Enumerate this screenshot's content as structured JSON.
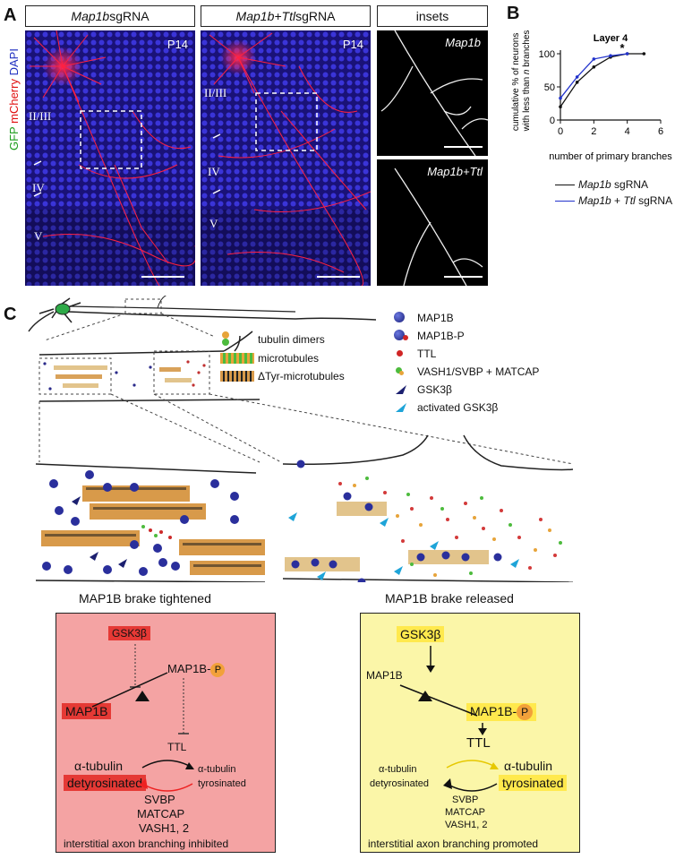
{
  "panelA": {
    "letter": "A",
    "headers": {
      "h1_gene": "Map1b",
      "h1_rest": " sgRNA",
      "h2_gene": "Map1b+Ttl",
      "h2_rest": " sgRNA",
      "h3": "insets"
    },
    "side_label": {
      "gfp": "GFP",
      "mcherry": "mCherry",
      "dapi": "DAPI"
    },
    "age": "P14",
    "layers": {
      "l23": "II/III",
      "l4": "IV",
      "l5": "V"
    },
    "insets": {
      "top": "Map1b",
      "bottom": "Map1b+Ttl"
    }
  },
  "panelB": {
    "letter": "B",
    "star": "*",
    "legend": [
      {
        "gene": "Map1b",
        "rest": " sgRNA",
        "color": "#111111"
      },
      {
        "gene": "Map1b",
        "mid": " + ",
        "gene2": "Ttl",
        "rest": " sgRNA",
        "color": "#2233cc"
      }
    ],
    "ylabel_lines": [
      "cumulative % of neurons",
      "with less than n branches"
    ]
  },
  "chart_data": {
    "type": "line",
    "title": "Layer 4",
    "xlabel": "number of primary branches",
    "ylabel": "cumulative % of neurons with less than n branches",
    "xlim": [
      0,
      6
    ],
    "ylim": [
      0,
      100
    ],
    "xticks": [
      "0",
      "2",
      "4",
      "6"
    ],
    "yticks": [
      "0",
      "50",
      "100"
    ],
    "series": [
      {
        "name": "Map1b sgRNA",
        "color": "#111111",
        "x": [
          0,
          1,
          2,
          3,
          4,
          5
        ],
        "y": [
          20,
          57,
          80,
          95,
          100,
          100
        ]
      },
      {
        "name": "Map1b + Ttl sgRNA",
        "color": "#2233cc",
        "x": [
          0,
          1,
          2,
          3,
          4
        ],
        "y": [
          33,
          65,
          92,
          97,
          100
        ]
      }
    ]
  },
  "panelC": {
    "letter": "C",
    "legend": [
      {
        "icon": "tubulin",
        "label": "tubulin dimers"
      },
      {
        "icon": "mt",
        "label": "microtubules"
      },
      {
        "icon": "dtyr",
        "label": "ΔTyr-microtubules"
      }
    ],
    "legend2": [
      {
        "icon": "map1b",
        "label": "MAP1B"
      },
      {
        "icon": "map1bp",
        "label": "MAP1B-P"
      },
      {
        "icon": "ttl",
        "label": "TTL"
      },
      {
        "icon": "vash",
        "label": "VASH1/SVBP + MATCAP"
      },
      {
        "icon": "gsk",
        "label": "GSK3β"
      },
      {
        "icon": "agsk",
        "label": "activated GSK3β"
      }
    ],
    "left_title": "MAP1B brake tightened",
    "right_title": "MAP1B brake released",
    "left_box": {
      "gsk": "GSK3β",
      "map1bp_a": "MAP1B-",
      "p": "P",
      "map1b": "MAP1B",
      "ttl": "TTL",
      "atub1": "α-tubulin",
      "detyr": "detyrosinated",
      "atub2": "α-tubulin",
      "tyr": "tyrosinated",
      "svbp": "SVBP",
      "matcap": "MATCAP",
      "vash": "VASH1, 2",
      "footer": "interstitial axon branching inhibited"
    },
    "right_box": {
      "gsk": "GSK3β",
      "map1b": "MAP1B",
      "map1bp_a": "MAP1B-",
      "p": "P",
      "ttl": "TTL",
      "atub1": "α-tubulin",
      "detyr": "detyrosinated",
      "atub2": "α-tubulin",
      "tyr": "tyrosinated",
      "svbp": "SVBP",
      "matcap": "MATCAP",
      "vash": "VASH1, 2",
      "footer": "interstitial axon branching promoted"
    }
  }
}
